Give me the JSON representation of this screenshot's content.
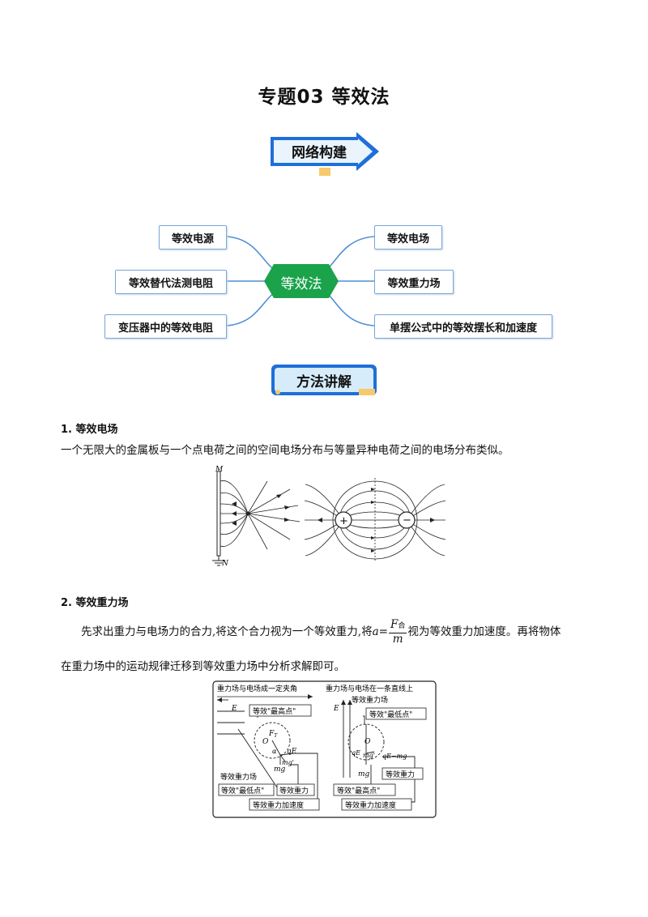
{
  "page_title": "专题03  等效法",
  "banners": {
    "network": "网络构建",
    "method": "方法讲解"
  },
  "mindmap": {
    "center": "等效法",
    "left": [
      "等效电源",
      "等效替代法测电阻",
      "变压器中的等效电阻"
    ],
    "right": [
      "等效电场",
      "等效重力场",
      "单摆公式中的等效摆长和加速度"
    ]
  },
  "section1": {
    "heading": "1.  等效电场",
    "text": "一个无限大的金属板与一个点电荷之间的空间电场分布与等量异种电荷之间的电场分布类似。",
    "fig_labels": {
      "m": "M",
      "n": "N",
      "plus": "+",
      "minus": "−"
    }
  },
  "section2": {
    "heading": "2.  等效重力场",
    "text_before": "先求出重力与电场力的合力,将这个合力视为一个等效重力,将",
    "formula_lhs": "a=",
    "formula_num": "F",
    "formula_sub": "合",
    "formula_den": "m",
    "text_after": "视为等效重力加速度。再将物体",
    "text_line2": "在重力场中的运动规律迁移到等效重力场中分析求解即可。"
  },
  "diagram2": {
    "left_title": "重力场与电场成一定夹角",
    "right_title_1": "重力场与电场在一条直线上",
    "right_title_2": "等效重力场",
    "E": "E",
    "O": "O",
    "FT": "F",
    "FT_sub": "T",
    "alpha": "α",
    "qE": "qE",
    "mg": "mg",
    "mg_prime": "mg'",
    "qE_mg": "qE−mg",
    "left_top_box": "等效\"最高点\"",
    "left_equiv_field": "等效重力场",
    "left_low_box": "等效\"最低点\"",
    "left_gravity_box": "等效重力",
    "left_accel_box": "等效重力加速度",
    "right_low_box": "等效\"最低点\"",
    "right_gravity_box": "等效重力",
    "right_high_box": "等效\"最高点\"",
    "right_accel_box": "等效重力加速度"
  },
  "colors": {
    "box_border": "#7aa6d8",
    "hex_green": "#1aa34a",
    "banner_blue": "#1e6fd9",
    "banner_bg": "#d6ecfb",
    "connector": "#4f8fd6",
    "accent_yellow": "#f6c96a"
  }
}
